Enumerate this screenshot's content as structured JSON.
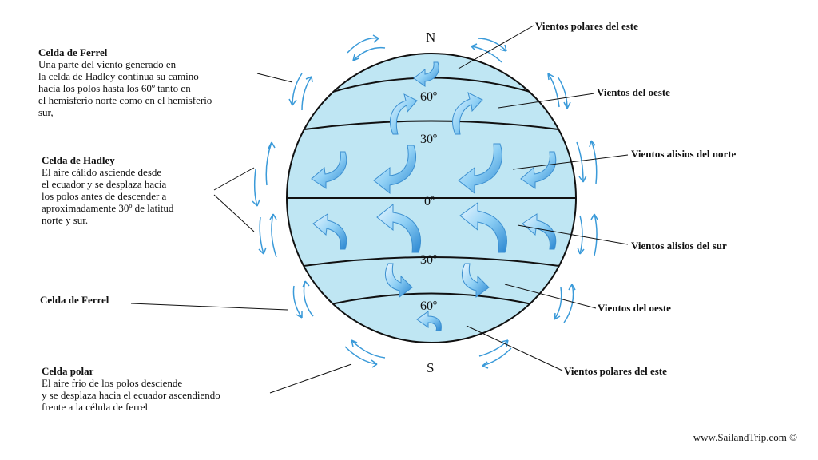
{
  "poles": {
    "north": "N",
    "south": "S"
  },
  "latitudes": [
    "60º",
    "30º",
    "0º",
    "30º",
    "60º"
  ],
  "left_annotations": [
    {
      "title": "Celda de Ferrel",
      "text": "Una parte del viento generado en\nla celda de Hadley continua su camino\nhacia los polos hasta los 60º tanto en\nel hemisferio norte como en el hemisferio\nsur,"
    },
    {
      "title": "Celda de Hadley",
      "text": "El aire cálido asciende desde\nel ecuador y se desplaza hacia\nlos polos antes de descender a\naproximadamente 30º de latitud\nnorte y sur."
    },
    {
      "title": "Celda de Ferrel",
      "text": ""
    },
    {
      "title": "Celda polar",
      "text": "El aire frio de los polos desciende\ny se desplaza hacia el ecuador ascendiendo\nfrente a la célula de ferrel"
    }
  ],
  "right_labels": [
    "Vientos polares del este",
    "Vientos del oeste",
    "Vientos alisios del norte",
    "Vientos alisios del sur",
    "Vientos del oeste",
    "Vientos polares del este"
  ],
  "footer": "www.SailandTrip.com ©",
  "colors": {
    "globe_fill": "#bfe6f3",
    "globe_stroke": "#111111",
    "arrow_blue": "#3a9ad9",
    "cell_arrow": "#4aa0e0"
  }
}
